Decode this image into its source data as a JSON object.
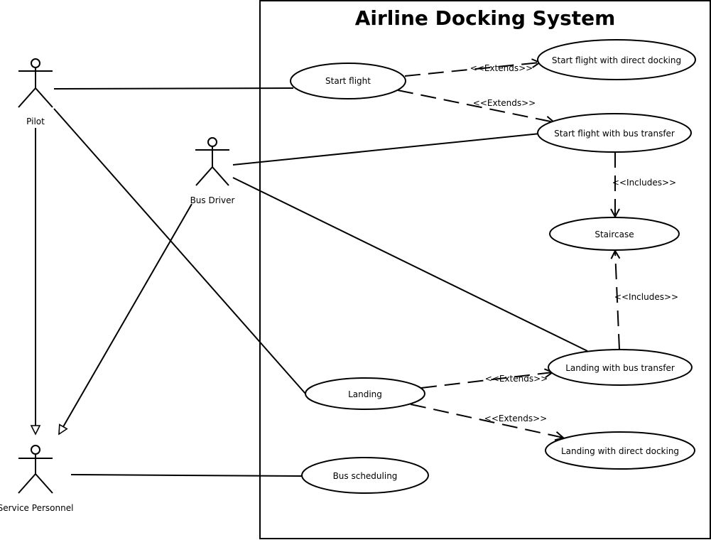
{
  "system": {
    "title": "Airline Docking System"
  },
  "actors": {
    "pilot": "Pilot",
    "bus_driver": "Bus Driver",
    "service_personnel": "Service Personnel"
  },
  "use_cases": {
    "start_flight": "Start flight",
    "start_flight_direct_docking": "Start flight with direct docking",
    "start_flight_bus_transfer": "Start flight with bus transfer",
    "staircase": "Staircase",
    "landing_bus_transfer": "Landing with bus transfer",
    "landing": "Landing",
    "landing_direct_docking": "Landing with direct docking",
    "bus_scheduling": "Bus scheduling"
  },
  "relations": {
    "extends_1": "<<Extends>>",
    "extends_2": "<<Extends>>",
    "includes_1": "<<Includes>>",
    "includes_2": "<<Includes>>",
    "extends_3": "<<Extends>>",
    "extends_4": "<<Extends>>"
  }
}
